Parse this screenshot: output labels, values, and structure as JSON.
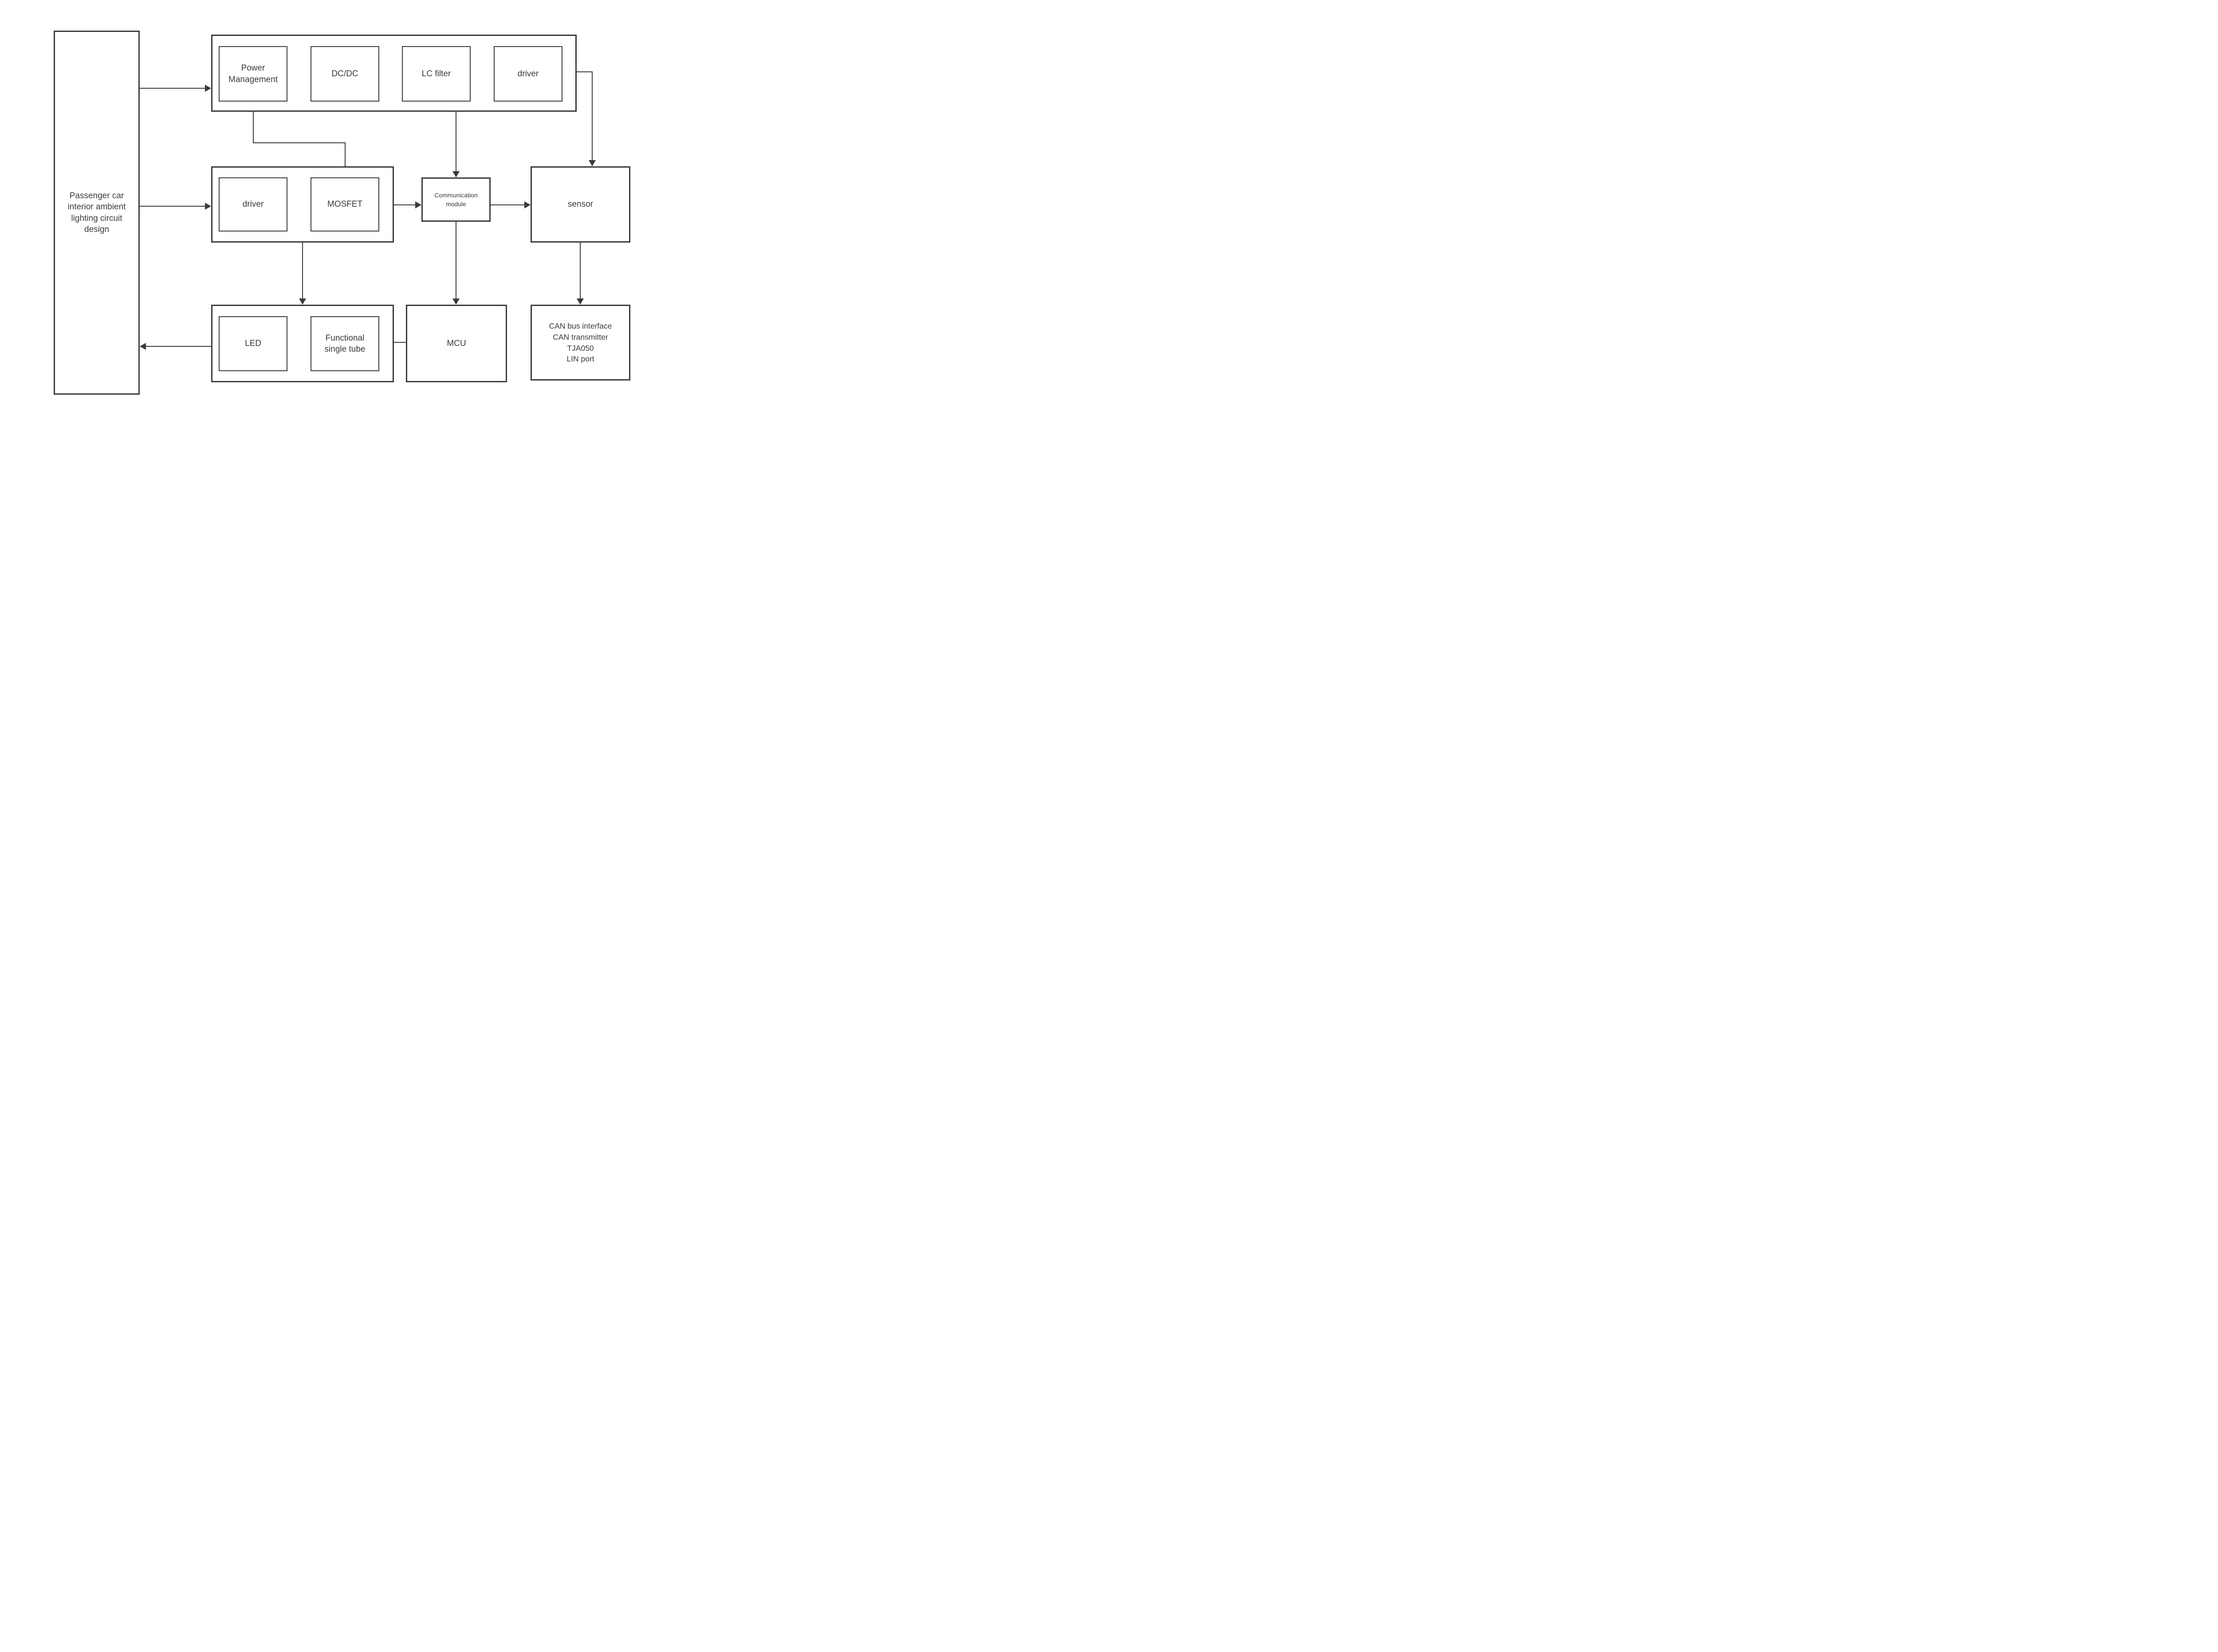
{
  "colors": {
    "stroke": "#3e3a39",
    "text": "#3e3a39",
    "background": "#ffffff"
  },
  "nodes": {
    "root": {
      "label": "Passenger car\ninterior ambient\nlighting circuit\ndesign"
    },
    "power_management": {
      "label": "Power\nManagement"
    },
    "dcdc": {
      "label": "DC/DC"
    },
    "lc_filter": {
      "label": "LC filter"
    },
    "driver_top": {
      "label": "driver"
    },
    "driver_mid": {
      "label": "driver"
    },
    "mosfet": {
      "label": "MOSFET"
    },
    "communication_module": {
      "label": "Communication\nmodule"
    },
    "sensor": {
      "label": "sensor"
    },
    "led": {
      "label": "LED"
    },
    "functional_single_tube": {
      "label": "Functional\nsingle tube"
    },
    "mcu": {
      "label": "MCU"
    },
    "can_interface": {
      "label": "CAN bus interface\nCAN transmitter\nTJA050\nLIN port"
    }
  }
}
